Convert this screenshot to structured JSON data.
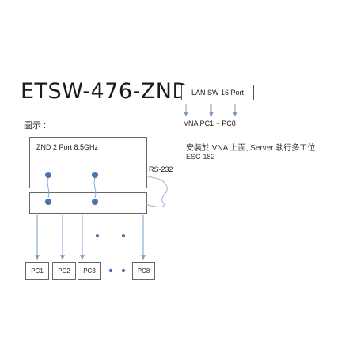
{
  "title": "ETSW-476-ZND",
  "subtitle": "圖示 :",
  "lan_switch": {
    "label": "LAN SW 16 Port"
  },
  "vna_label": "VNA  PC1 ~ PC8",
  "notes": {
    "line1": "安裝於 VNA 上面, Server 執行多工位",
    "line2": "ESC-182"
  },
  "device_box": {
    "label": "ZND  2 Port 8.5GHz"
  },
  "rs232_label": "RS-232",
  "pcs": [
    {
      "label": "PC1"
    },
    {
      "label": "PC2"
    },
    {
      "label": "PC3"
    },
    {
      "label": "PC8"
    }
  ],
  "colors": {
    "arrow": "#7a9cc6",
    "port_dot": "#4a74b0",
    "border": "#666666"
  }
}
